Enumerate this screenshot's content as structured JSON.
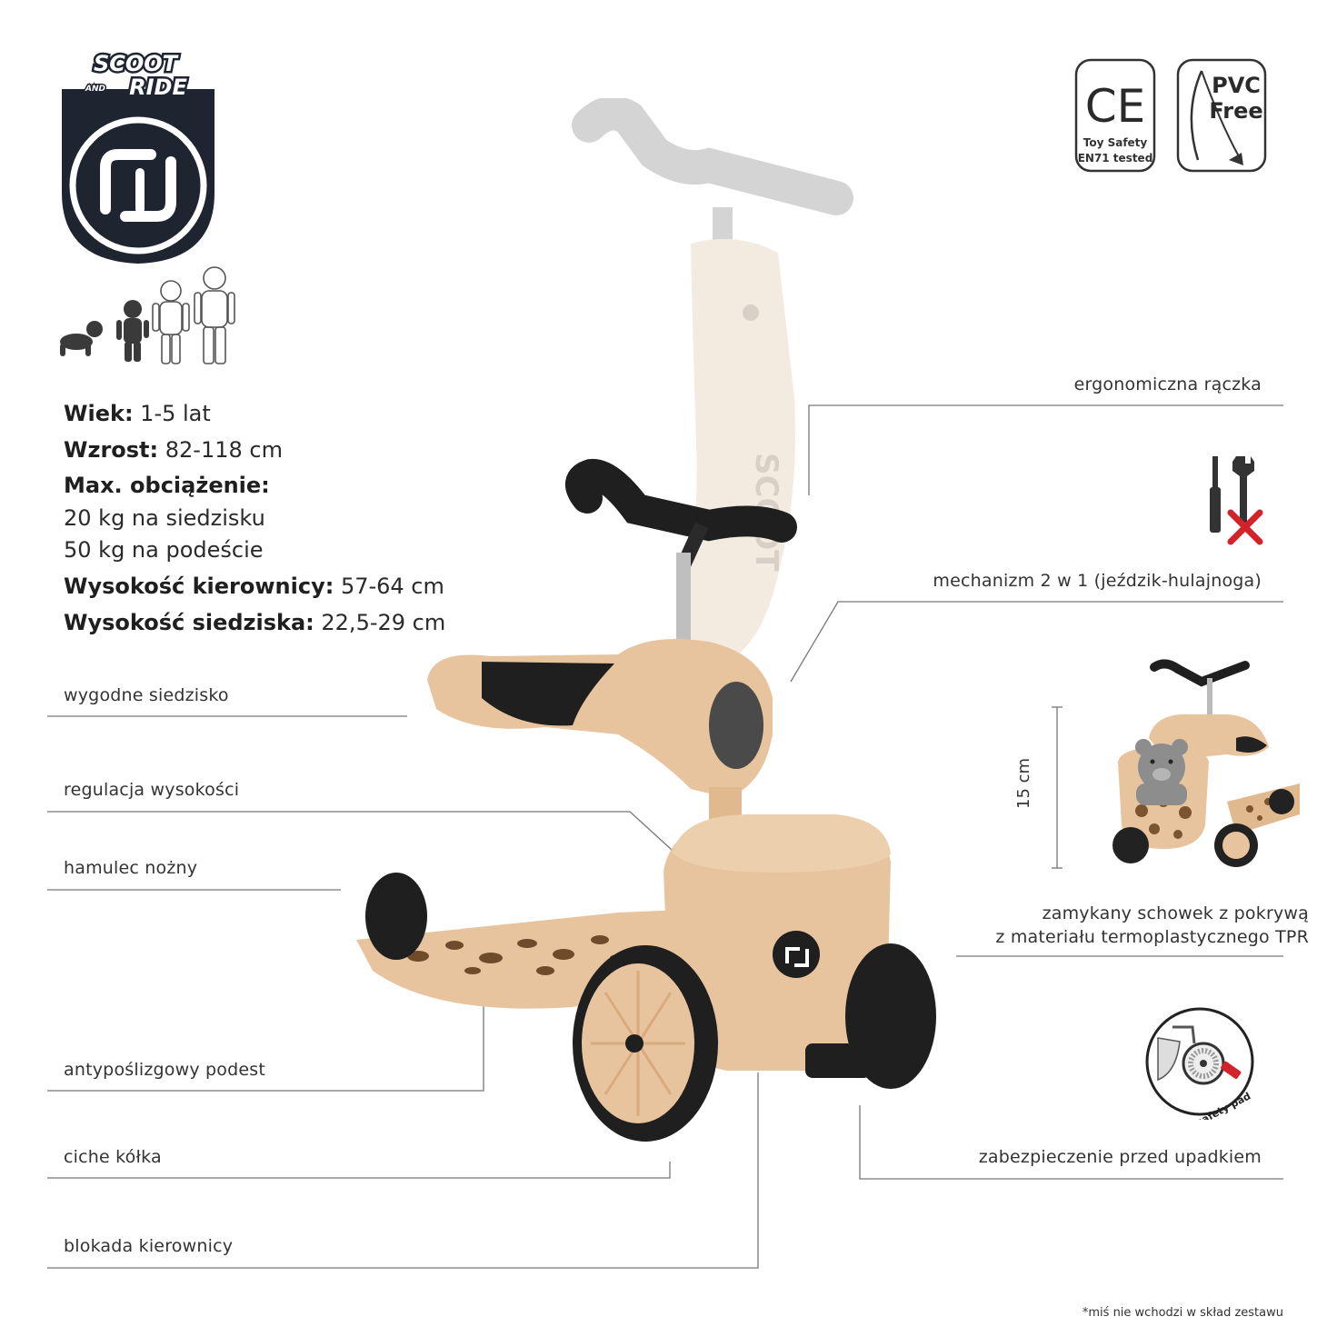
{
  "logo": {
    "line1": "SCOOT",
    "and": "AND",
    "line2": "RIDE"
  },
  "certifications": {
    "ce": {
      "mark": "CE",
      "line1": "Toy Safety",
      "line2": "EN71 tested"
    },
    "pvc": {
      "line1": "PVC",
      "line2": "Free"
    }
  },
  "specs": [
    {
      "label": "Wiek:",
      "value": " 1-5 lat"
    },
    {
      "label": "Wzrost:",
      "value": " 82-118 cm"
    },
    {
      "label": "Max. obciążenie:",
      "value": ""
    },
    {
      "label": "",
      "value": "20 kg na siedzisku"
    },
    {
      "label": "",
      "value": "50 kg na podeście"
    },
    {
      "label": "Wysokość kierownicy:",
      "value": " 57-64 cm"
    },
    {
      "label": "Wysokość siedziska:",
      "value": " 22,5-29 cm"
    }
  ],
  "features_left": [
    "wygodne siedzisko",
    "regulacja wysokości",
    "hamulec nożny",
    "antypoślizgowy podest",
    "ciche kółka",
    "blokada kierownicy"
  ],
  "features_right": [
    "ergonomiczna rączka",
    "mechanizm 2 w 1 (jeździk-hulajnoga)",
    "zamykany schowek z pokrywą",
    "z materiału termoplastycznego TPR",
    "zabezpieczenie przed upadkiem"
  ],
  "storage_height": "15 cm",
  "safety_pad_label": "safety pad",
  "footnote": "*miś nie wchodzi w skład zestawu",
  "colors": {
    "beige": "#e8c49e",
    "beige_dark": "#d9ab7c",
    "cream": "#f3ebe0",
    "grey": "#d4d4d4",
    "black": "#1f1f1f",
    "navy": "#1e2531",
    "red": "#d2232a"
  }
}
